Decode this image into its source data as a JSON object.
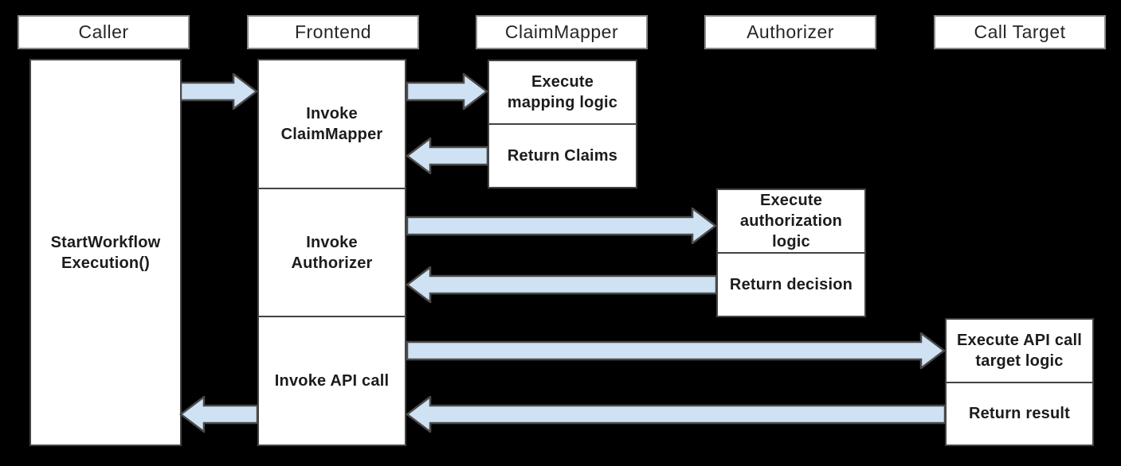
{
  "colors": {
    "background": "#000000",
    "box_fill": "#ffffff",
    "box_border": "#434343",
    "header_border": "#8a8a8a",
    "arrow_fill": "#cfe2f3",
    "arrow_stroke": "#4a4a4a",
    "text": "#1c1c1c"
  },
  "actors": [
    {
      "id": "caller",
      "label": "Caller"
    },
    {
      "id": "frontend",
      "label": "Frontend"
    },
    {
      "id": "claimmapper",
      "label": "ClaimMapper"
    },
    {
      "id": "authorizer",
      "label": "Authorizer"
    },
    {
      "id": "calltarget",
      "label": "Call Target"
    }
  ],
  "lifelines": {
    "caller": {
      "label": "StartWorkflow\nExecution()"
    },
    "frontend": {
      "steps": [
        {
          "label": "Invoke\nClaimMapper"
        },
        {
          "label": "Invoke\nAuthorizer"
        },
        {
          "label": "Invoke API call"
        }
      ]
    },
    "claimmapper": {
      "steps": [
        {
          "label": "Execute\nmapping logic"
        },
        {
          "label": "Return Claims"
        }
      ]
    },
    "authorizer": {
      "steps": [
        {
          "label": "Execute\nauthorization\nlogic"
        },
        {
          "label": "Return decision"
        }
      ]
    },
    "calltarget": {
      "steps": [
        {
          "label": "Execute API call\ntarget logic"
        },
        {
          "label": "Return result"
        }
      ]
    }
  },
  "arrows": [
    {
      "name": "caller-to-frontend",
      "direction": "right"
    },
    {
      "name": "frontend-to-claimmapper",
      "direction": "right"
    },
    {
      "name": "claimmapper-to-frontend",
      "direction": "left"
    },
    {
      "name": "frontend-to-authorizer",
      "direction": "right"
    },
    {
      "name": "authorizer-to-frontend",
      "direction": "left"
    },
    {
      "name": "frontend-to-calltarget",
      "direction": "right"
    },
    {
      "name": "calltarget-to-frontend",
      "direction": "left"
    },
    {
      "name": "frontend-to-caller",
      "direction": "left"
    }
  ]
}
